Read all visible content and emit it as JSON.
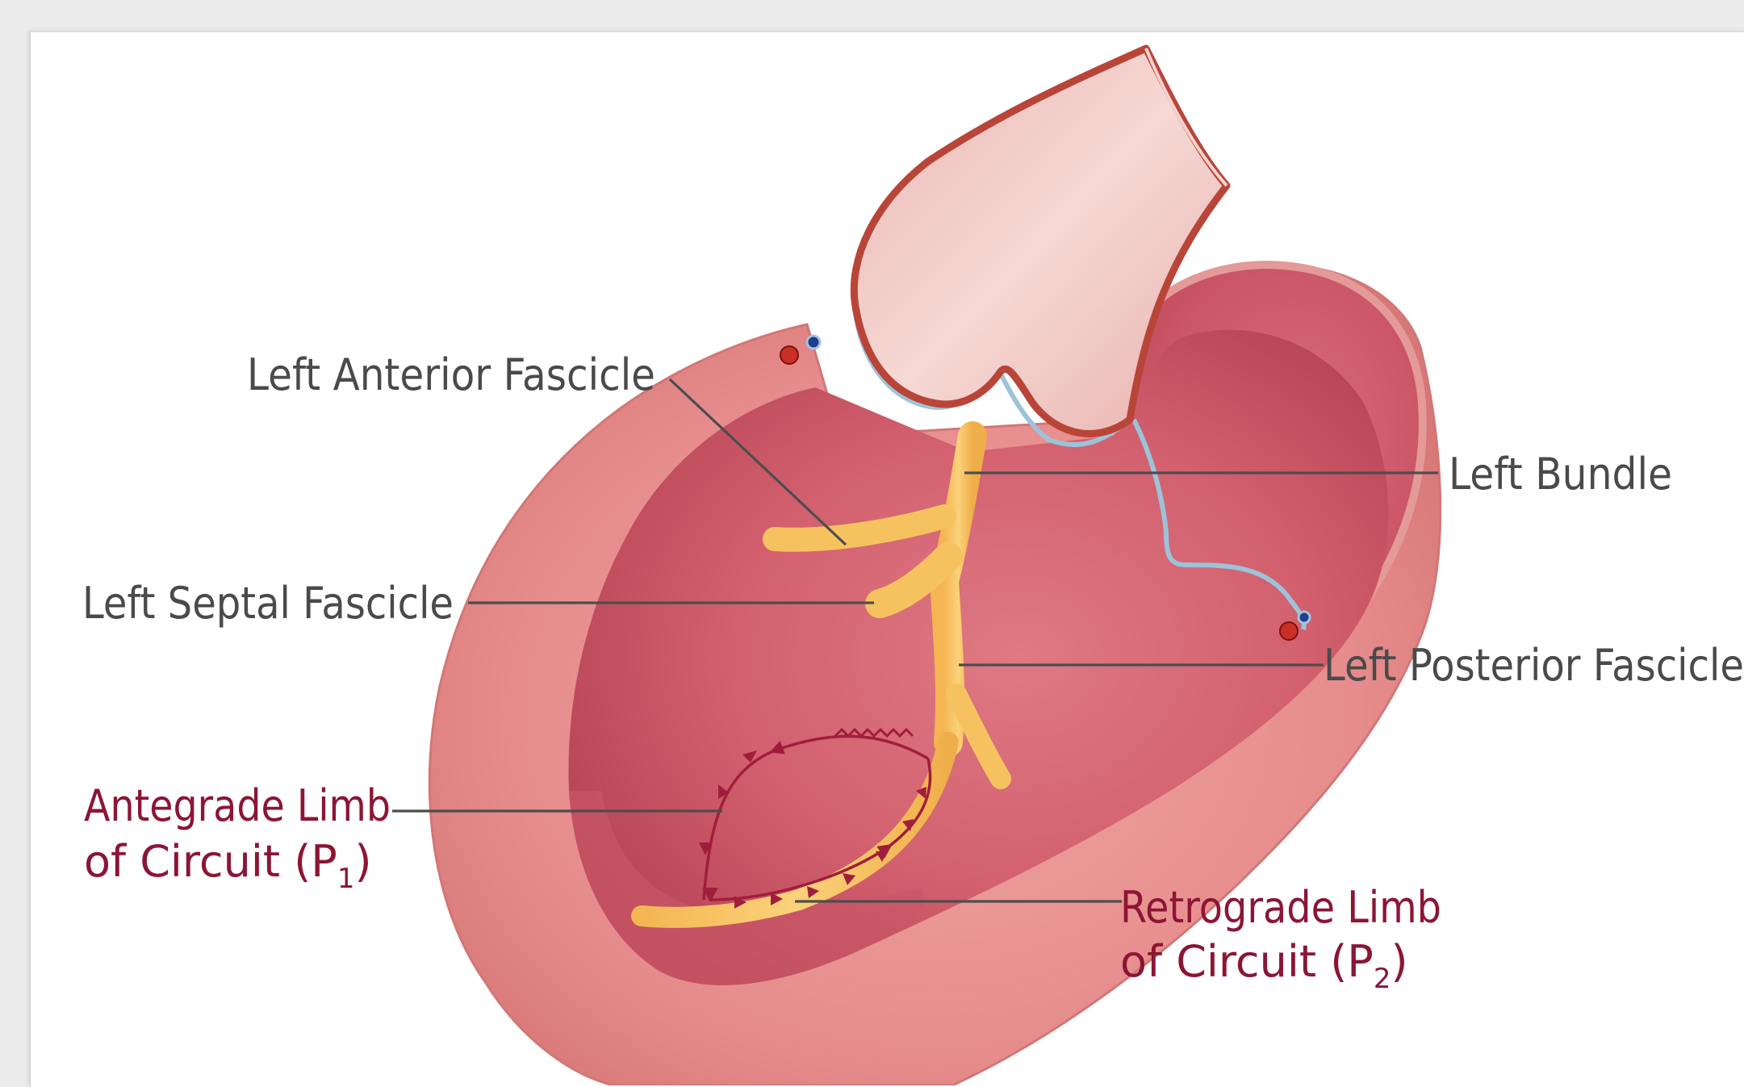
{
  "diagram": {
    "labels": {
      "left_anterior_fascicle": "Left Anterior Fascicle",
      "left_bundle": "Left Bundle",
      "left_septal_fascicle": "Left Septal Fascicle",
      "left_posterior_fascicle": "Left Posterior Fascicle",
      "antegrade_line1": "Antegrade Limb",
      "antegrade_line2_prefix": "of Circuit (P",
      "antegrade_sub": "1",
      "antegrade_suffix": ")",
      "retrograde_line1": "Retrograde Limb",
      "retrograde_line2_prefix": "of Circuit (P",
      "retrograde_sub": "2",
      "retrograde_suffix": ")"
    },
    "colors": {
      "label_gray": "#4a4a4a",
      "label_red": "#8c1535",
      "fascicle_yellow": "#f7c25f",
      "circuit_red": "#a01e3c",
      "myocardium": "#e8908e",
      "cavity": "#d4606e",
      "aorta": "#f0c4c0",
      "valve_blue": "#9cc3da"
    },
    "icons": {
      "vessel_pair_left": "coronary-vessel-pair",
      "vessel_pair_right": "coronary-vessel-pair"
    }
  }
}
